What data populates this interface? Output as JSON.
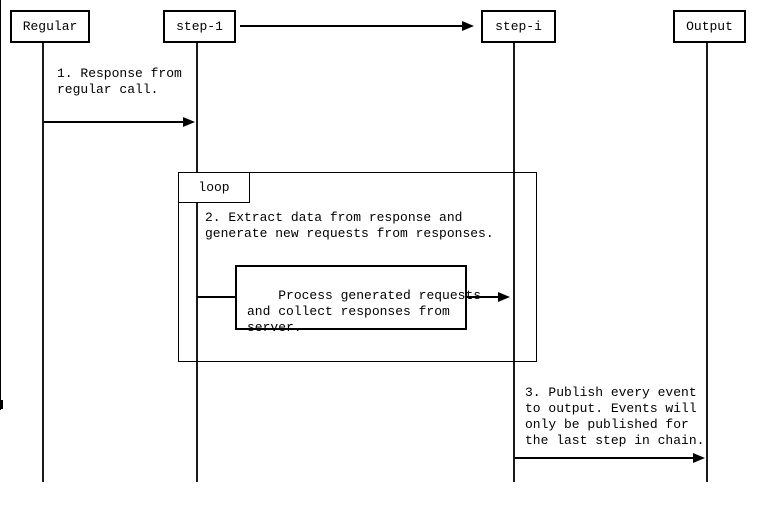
{
  "window": {
    "background": "#ffffff",
    "line_color": "#000000"
  },
  "participants": [
    {
      "label": "Regular"
    },
    {
      "label": "step-1"
    },
    {
      "label": "step-i"
    },
    {
      "label": "Output"
    }
  ],
  "loop": {
    "label": "loop"
  },
  "messages": {
    "msg1": "1. Response from\nregular call.",
    "msg2": "2. Extract data from response and\ngenerate new requests from responses.",
    "process": "Process generated requests\nand collect responses from\nserver.",
    "msg3": "3. Publish every event\nto output. Events will\nonly be published for\nthe last step in chain."
  }
}
